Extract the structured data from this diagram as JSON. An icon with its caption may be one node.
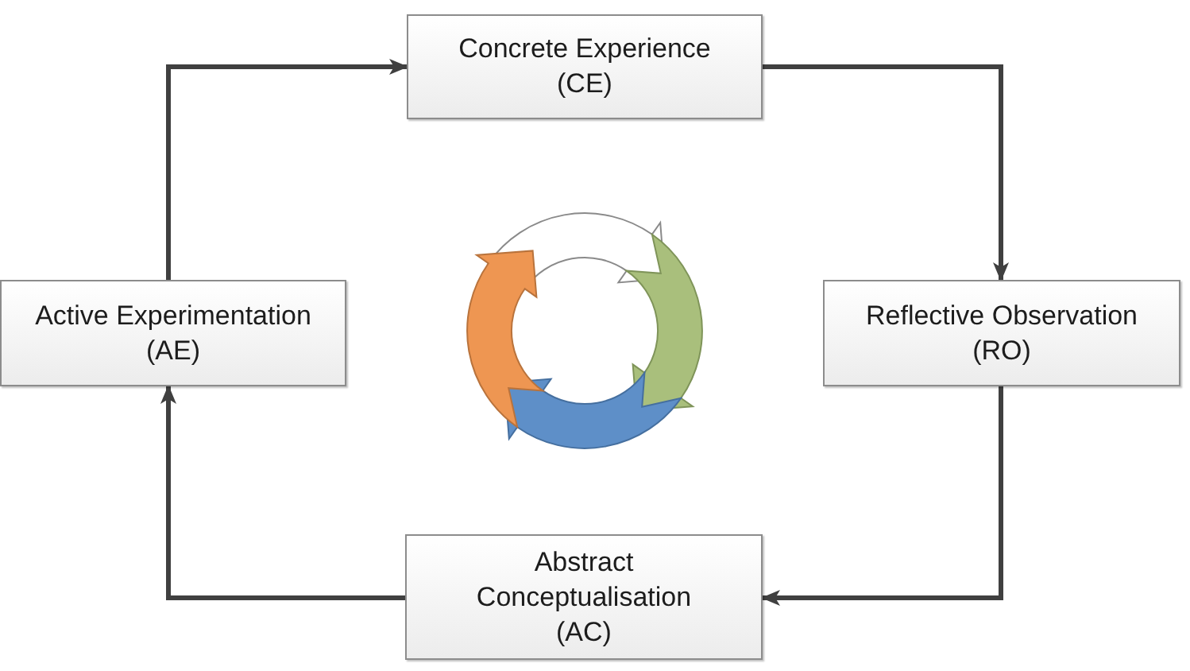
{
  "diagram": {
    "nodes": [
      {
        "text": [
          "Concrete Experience",
          "(CE)"
        ]
      },
      {
        "text": [
          "Active Experimentation",
          "(AE)"
        ]
      },
      {
        "text": [
          "Reflective Observation",
          "(RO)"
        ]
      },
      {
        "text": [
          "Abstract Conceptualisation",
          "(AC)"
        ]
      }
    ],
    "edges": [
      {
        "from": 1,
        "to": 0,
        "arrow": "to"
      },
      {
        "from": 0,
        "to": 2,
        "arrow": "to"
      },
      {
        "from": 2,
        "to": 3,
        "arrow": "to"
      },
      {
        "from": 3,
        "to": 1,
        "arrow": "to"
      }
    ]
  }
}
